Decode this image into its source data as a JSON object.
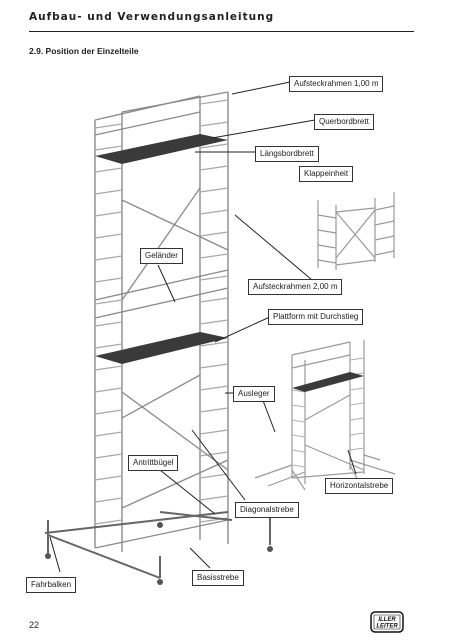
{
  "header": {
    "title": "Aufbau- und Verwendungsanleitung"
  },
  "section": {
    "heading": "2.9. Position der Einzelteile"
  },
  "labels": {
    "aufsteckrahmen_100": "Aufsteckrahmen 1,00 m",
    "querbordbrett": "Querbordbrett",
    "laengsbordbrett": "Längsbordbrett",
    "klappeinheit": "Klappeinheit",
    "gelaender": "Geländer",
    "aufsteckrahmen_200": "Aufsteckrahmen 2,00 m",
    "plattform": "Plattform mit Durchstieg",
    "ausleger": "Ausleger",
    "antrittbuegel": "Antrittbügel",
    "horizontalstrebe": "Horizontalstrebe",
    "diagonalstrebe": "Diagonalstrebe",
    "fahrbalken": "Fahrbalken",
    "basisstrebe": "Basisstrebe"
  },
  "footer": {
    "page_number": "22",
    "logo_text": "ILLER LEITER"
  }
}
